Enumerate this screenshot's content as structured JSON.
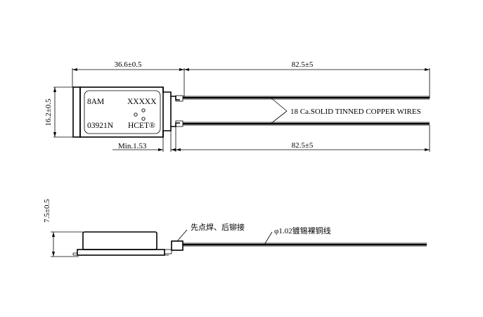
{
  "top_view": {
    "dim_body_length": "36.6±0.5",
    "dim_wire_length_top": "82.5±5",
    "dim_wire_length_bottom": "82.5±5",
    "dim_body_height": "16.2±0.5",
    "dim_min_pitch": "Min.1.53",
    "wire_callout": "18 Ca.SOLID TINNED COPPER WIRES",
    "marking": {
      "rating": "8AM",
      "code": "XXXXX",
      "part": "03921N",
      "brand": "HCET®"
    }
  },
  "side_view": {
    "dim_thickness": "7.5±0.5",
    "weld_note": "先点焊、后铆接",
    "wire_note": "φ1.02镀锡裸铜线"
  }
}
